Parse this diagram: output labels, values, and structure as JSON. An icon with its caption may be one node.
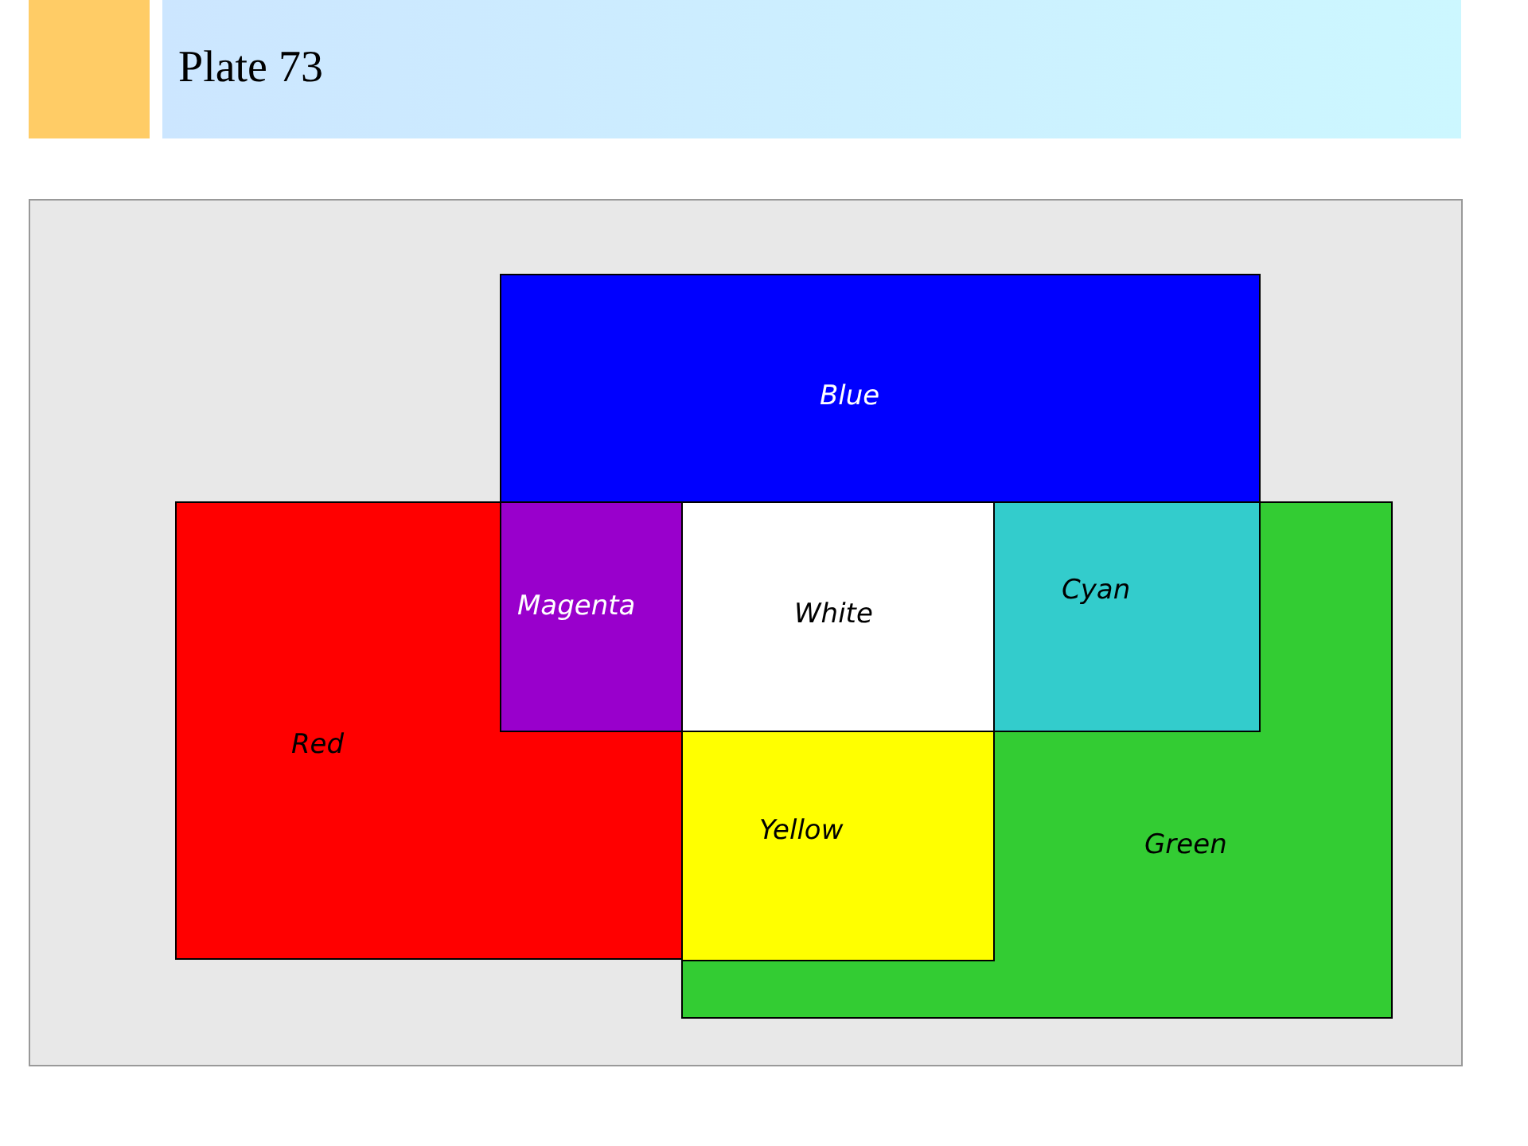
{
  "diagram": {
    "title": "Plate 73",
    "nodes": [
      {
        "text": [
          "Blue"
        ]
      },
      {
        "text": [
          "Magenta"
        ],
        "in": 4
      },
      {
        "text": [
          "White"
        ],
        "in": 6
      },
      {
        "text": [
          "Cyan"
        ],
        "in": 6
      },
      {
        "text": [
          "Red"
        ]
      },
      {
        "text": [
          "Yellow"
        ],
        "in": 6
      },
      {
        "text": [
          "Green"
        ]
      }
    ],
    "edges": []
  }
}
